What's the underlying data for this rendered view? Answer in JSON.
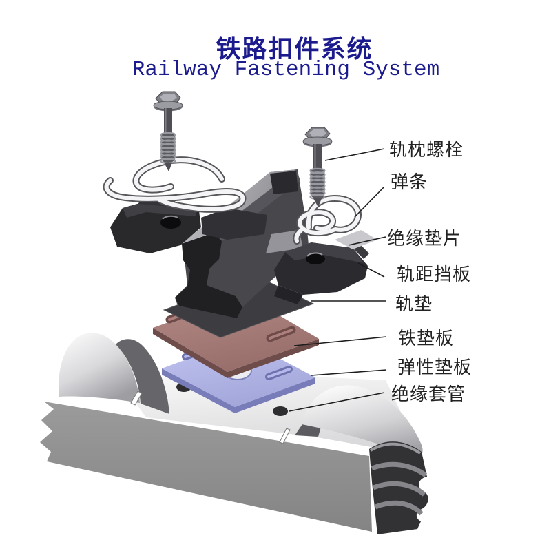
{
  "title": {
    "zh": "铁路扣件系统",
    "en": "Railway Fastening System"
  },
  "labels": [
    {
      "id": "sleeper-bolt",
      "text": "轨枕螺栓"
    },
    {
      "id": "elastic-clip",
      "text": "弹条"
    },
    {
      "id": "insulating-spacer",
      "text": "绝缘垫片"
    },
    {
      "id": "gauge-baffle",
      "text": "轨距挡板"
    },
    {
      "id": "rail-pad",
      "text": "轨垫"
    },
    {
      "id": "iron-tie-plate",
      "text": "铁垫板"
    },
    {
      "id": "elastic-backing-plate",
      "text": "弹性垫板"
    },
    {
      "id": "insulating-sleeve",
      "text": "绝缘套管"
    }
  ],
  "colors": {
    "background": "#ffffff",
    "title_text": "#1b1b8e",
    "label_text": "#222222",
    "iron_tie_plate": "#a87e7c",
    "elastic_backing_plate": "#b4b8ea",
    "concrete_sleeper": "#8f8f8f",
    "rail_steel": "#47474c",
    "gauge_block": "#2b2b2f",
    "clip_metal": "#f4f4f6"
  }
}
